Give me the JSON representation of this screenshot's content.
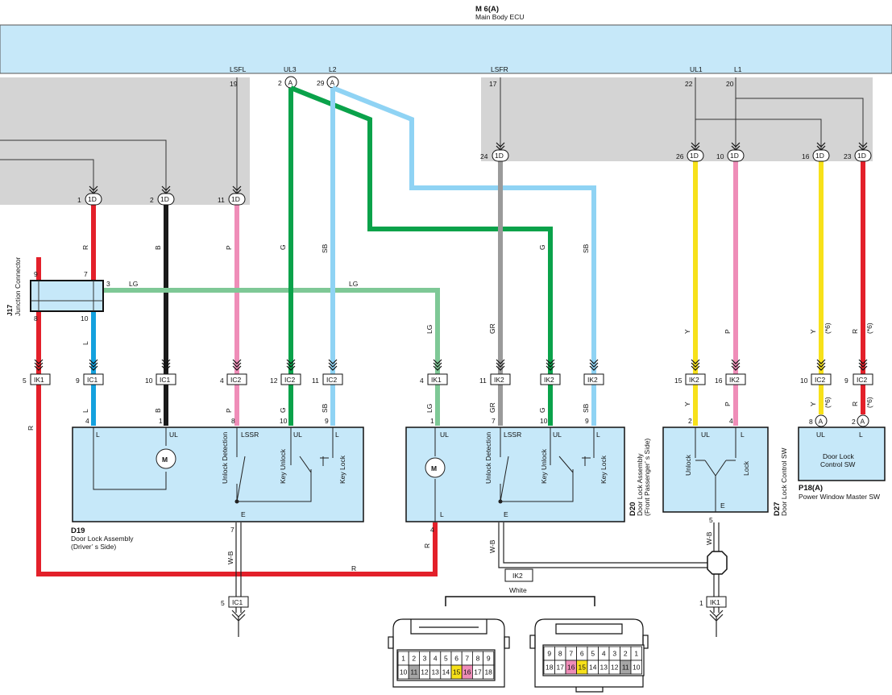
{
  "ecu": {
    "code": "M 6(A)",
    "name": "Main Body ECU"
  },
  "connector_codes": {
    "main_1d": "1D",
    "ik1": "IK1",
    "ik2": "IK2",
    "ic1": "IC1",
    "ic2": "IC2",
    "connector_a": "A"
  },
  "ecu_pins": [
    {
      "signal": "LSFL",
      "pin": "19"
    },
    {
      "signal": "UL3",
      "pin": "2"
    },
    {
      "signal": "L2",
      "pin": "29"
    },
    {
      "signal": "LSFR",
      "pin": "17"
    },
    {
      "signal": "UL1",
      "pin": "22"
    },
    {
      "signal": "L1",
      "pin": "20"
    }
  ],
  "pins_1d": [
    "1",
    "2",
    "11",
    "24",
    "26",
    "10",
    "16",
    "23"
  ],
  "junction": {
    "code": "J17",
    "name": "Junction Connector",
    "pin_tl": "9",
    "pin_tr": "7",
    "pin_r": "3",
    "pin_bl": "8",
    "pin_br": "10"
  },
  "wire_colors": {
    "r": "R",
    "b": "B",
    "p": "P",
    "g": "G",
    "sb": "SB",
    "lg": "LG",
    "l": "L",
    "gr": "GR",
    "y": "Y",
    "wb": "W-B",
    "plus6": "(*6)"
  },
  "inline_connector_pins": {
    "ik1_left": "5",
    "ic1_l": "9",
    "ic1_b": "10",
    "ic2_p": "4",
    "ic2_g": "12",
    "ic2_sb": "11",
    "ik1_lg": "4",
    "ik2_gr": "11",
    "ik2_y": "15",
    "ik2_p": "16",
    "ic2_y": "10",
    "ic2_r": "9",
    "ic1_bottom": "5",
    "ik1_bottom": "1"
  },
  "d19": {
    "code": "D19",
    "name": "Door Lock Assembly",
    "side": "(Driver’ s Side)",
    "pins": {
      "l": "4",
      "ul": "1",
      "lssr": "8",
      "ul2": "10",
      "l2": "9",
      "e": "7"
    },
    "terms": {
      "l": "L",
      "ul": "UL",
      "lssr": "LSSR",
      "ul2": "UL",
      "l2": "L",
      "e": "E"
    },
    "labels": {
      "unlock_detection": "Unlock Detection",
      "key_unlock": "Key Unlock",
      "key_lock": "Key Lock",
      "motor": "M"
    }
  },
  "d20": {
    "code": "D20",
    "name": "Door Lock Assembly",
    "side": "(Front Passenger’ s Side)",
    "pins": {
      "ul": "1",
      "lssr": "7",
      "ul2": "10",
      "l2": "9",
      "l": "4"
    },
    "terms": {
      "ul": "UL",
      "lssr": "LSSR",
      "ul2": "UL",
      "l2": "L",
      "l": "L",
      "e": "E"
    },
    "labels": {
      "unlock_detection": "Unlock Detection",
      "key_unlock": "Key Unlock",
      "key_lock": "Key Lock",
      "motor": "M"
    }
  },
  "d27": {
    "code": "D27",
    "name": "Door Lock Control SW",
    "pins": {
      "ul": "2",
      "l": "4",
      "e": "5"
    },
    "terms": {
      "ul": "UL",
      "l": "L",
      "e": "E"
    },
    "labels": {
      "unlock": "Unlock",
      "lock": "Lock"
    }
  },
  "p18": {
    "code": "P18(A)",
    "name": "Power Window Master SW",
    "pins": {
      "ul": "8",
      "l": "2"
    },
    "terms": {
      "ul": "UL",
      "l": "L"
    },
    "body": [
      "Door Lock",
      "Control SW"
    ]
  },
  "connector_view": {
    "label": "IK2",
    "color": "White",
    "left_top": [
      "1",
      "2",
      "3",
      "4",
      "5",
      "6",
      "7",
      "8",
      "9"
    ],
    "left_bottom": [
      "10",
      "11",
      "12",
      "13",
      "14",
      "15",
      "16",
      "17",
      "18"
    ],
    "right_top": [
      "9",
      "8",
      "7",
      "6",
      "5",
      "4",
      "3",
      "2",
      "1"
    ],
    "right_bottom": [
      "18",
      "17",
      "16",
      "15",
      "14",
      "13",
      "12",
      "11",
      "10"
    ],
    "highlight": {
      "gray": "#a6a6a6",
      "yellow": "#f7e11a",
      "pink": "#ef8db8"
    }
  },
  "colors": {
    "ecu_fill": "#c6e8f9",
    "gray_area": "#d4d4d4",
    "comp_fill": "#c6e8f9",
    "red": "#e3202a",
    "black": "#1a1a1a",
    "pink": "#ef8db8",
    "green": "#0aa24a",
    "sky": "#8fd3f4",
    "lightgreen": "#7ec896",
    "blue": "#14a1de",
    "gray": "#9a9a9a",
    "yellow": "#f7e11a"
  }
}
